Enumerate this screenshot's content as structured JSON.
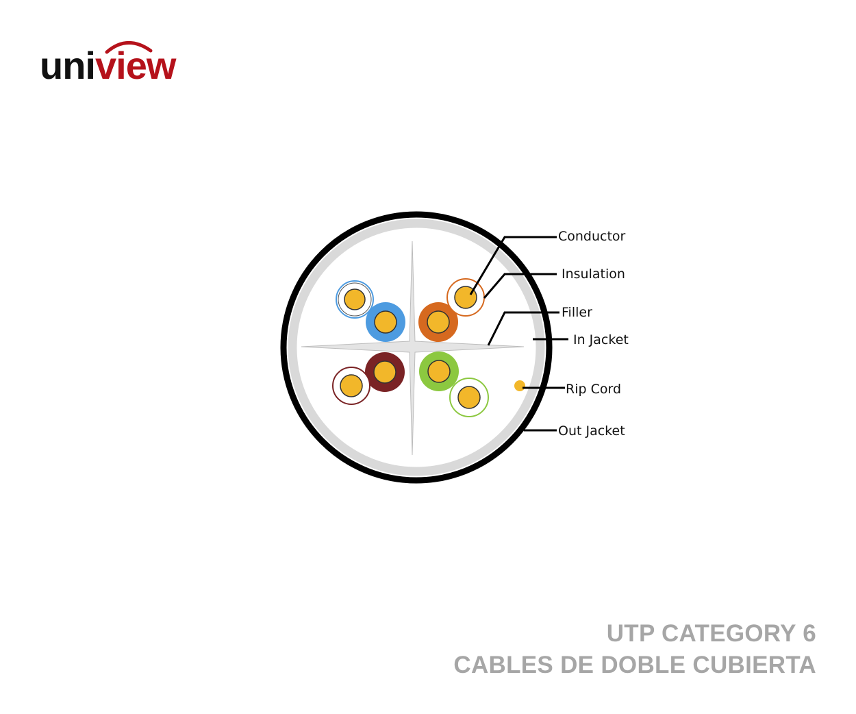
{
  "logo": {
    "text_prefix": "uni",
    "text_suffix": "view",
    "prefix_color": "#111111",
    "suffix_color": "#b5121b"
  },
  "diagram": {
    "callouts": {
      "conductor": "Conductor",
      "insulation": "Insulation",
      "filler": "Filler",
      "in_jacket": "In Jacket",
      "rip_cord": "Rip Cord",
      "out_jacket": "Out Jacket"
    },
    "colors": {
      "outer_jacket": "#000000",
      "inner_jacket": "#d9d9d9",
      "filler": "#d0d0d0",
      "conductor": "#f2b72a",
      "blue": "#4d9be0",
      "orange": "#d6691f",
      "brown": "#7a2325",
      "green": "#8cc840"
    }
  },
  "caption": {
    "line1": "UTP CATEGORY 6",
    "line2": "CABLES DE DOBLE CUBIERTA"
  }
}
